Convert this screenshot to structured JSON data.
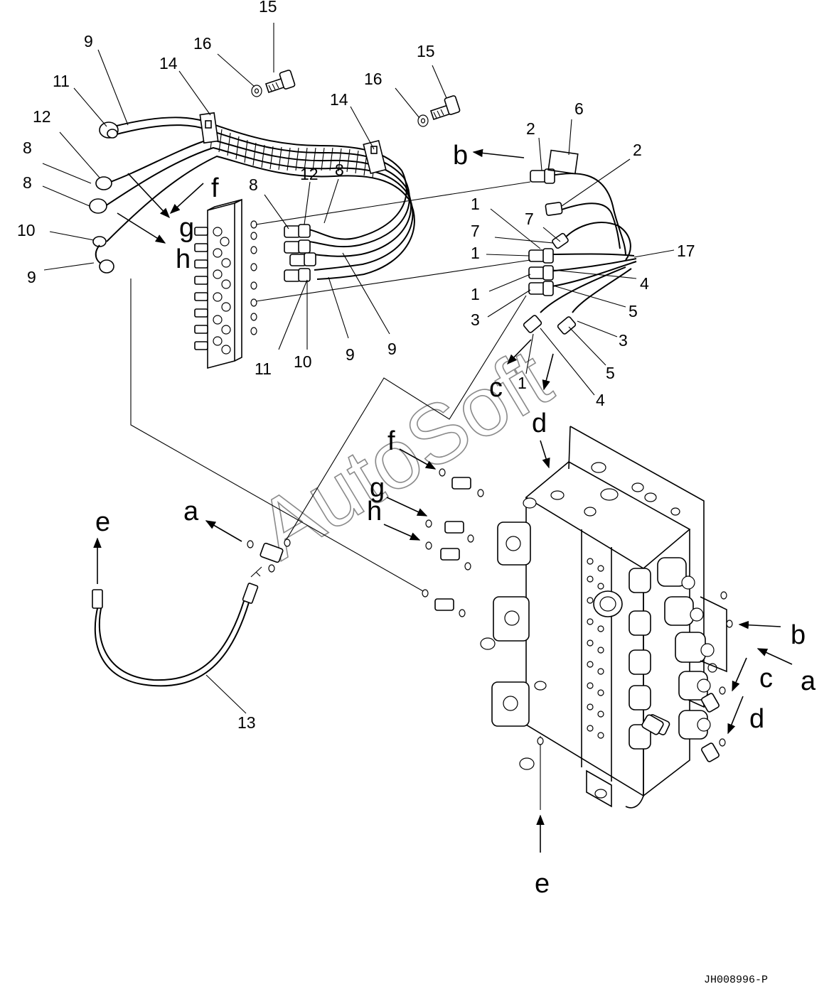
{
  "diagram": {
    "drawing_code": "JH008996-P",
    "watermark": "AutoSoft",
    "callouts": {
      "c15a": "15",
      "c16a": "16",
      "c14a": "14",
      "c9a": "9",
      "c11a": "11",
      "c12a": "12",
      "c8a": "8",
      "c8b": "8",
      "c10a": "10",
      "c9b": "9",
      "c15b": "15",
      "c16b": "16",
      "c14b": "14",
      "c8c": "8",
      "c12b": "12",
      "c8d": "8",
      "c11b": "11",
      "c10b": "10",
      "c9c": "9",
      "c9d": "9",
      "c6": "6",
      "c2a": "2",
      "c2b": "2",
      "c1a": "1",
      "c7a": "7",
      "c7b": "7",
      "c1b": "1",
      "c1c": "1",
      "c3a": "3",
      "c17": "17",
      "c4a": "4",
      "c5a": "5",
      "c3b": "3",
      "c5b": "5",
      "c1d": "1",
      "c4b": "4",
      "c13": "13"
    },
    "letters": {
      "f_top": "f",
      "g_top": "g",
      "h_top": "h",
      "b_top": "b",
      "c_top": "c",
      "d_top": "d",
      "f_valve": "f",
      "g_valve": "g",
      "h_valve": "h",
      "a_left": "a",
      "e_left": "e",
      "b_right": "b",
      "c_right": "c",
      "a_right": "a",
      "d_right": "d",
      "e_bottom": "e"
    }
  }
}
